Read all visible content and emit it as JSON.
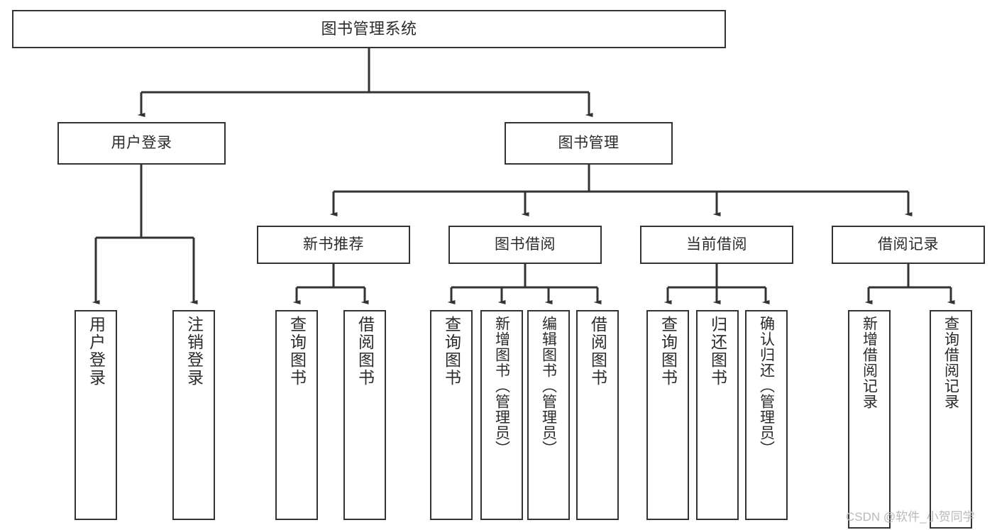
{
  "diagram": {
    "title": "图书管理系统",
    "type": "功能结构图",
    "line_color": "#333333",
    "box_fill": "#ffffff",
    "text_color": "#2b2b2b"
  },
  "nodes": {
    "root": {
      "label": "图书管理系统"
    },
    "level2": [
      {
        "label": "用户登录"
      },
      {
        "label": "图书管理"
      }
    ],
    "level3": [
      {
        "label": "新书推荐"
      },
      {
        "label": "图书借阅"
      },
      {
        "label": "当前借阅"
      },
      {
        "label": "借阅记录"
      }
    ],
    "leaves": {
      "user_login": [
        {
          "label": "用户登录"
        },
        {
          "label": "注销登录"
        }
      ],
      "new_book": [
        {
          "label": "查询图书"
        },
        {
          "label": "借阅图书"
        }
      ],
      "book_borrow": [
        {
          "label": "查询图书"
        },
        {
          "label": "新增图书（管理员）"
        },
        {
          "label": "编辑图书（管理员）"
        },
        {
          "label": "借阅图书"
        }
      ],
      "current_borrow": [
        {
          "label": "查询图书"
        },
        {
          "label": "归还图书"
        },
        {
          "label": "确认归还（管理员）"
        }
      ],
      "borrow_record": [
        {
          "label": "新增借阅记录"
        },
        {
          "label": "查询借阅记录"
        }
      ]
    }
  },
  "watermark": {
    "text": "CSDN @软件_小贺同学"
  }
}
